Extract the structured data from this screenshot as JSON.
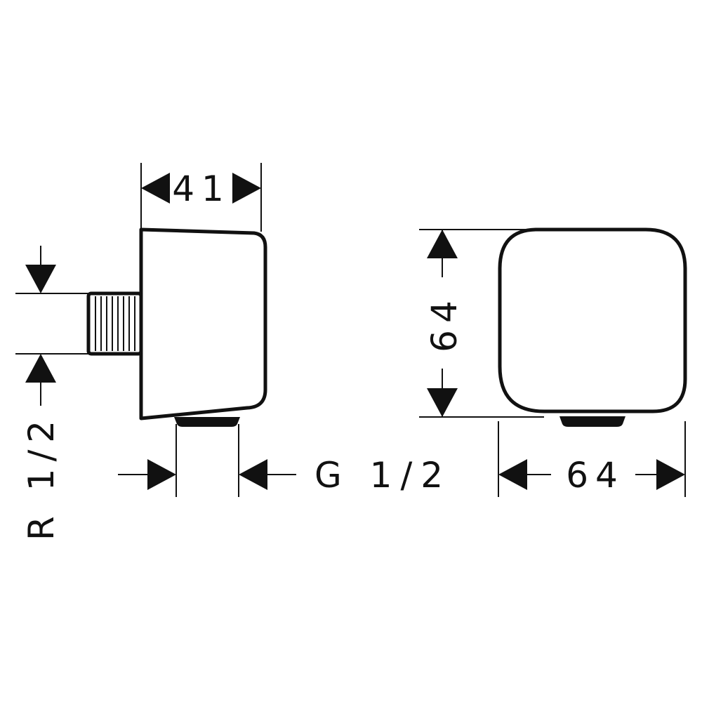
{
  "dimensions": {
    "side_width": "41",
    "front_height": "64",
    "front_width": "64",
    "outlet_thread": "G 1/2",
    "inlet_thread": "R 1/2"
  }
}
